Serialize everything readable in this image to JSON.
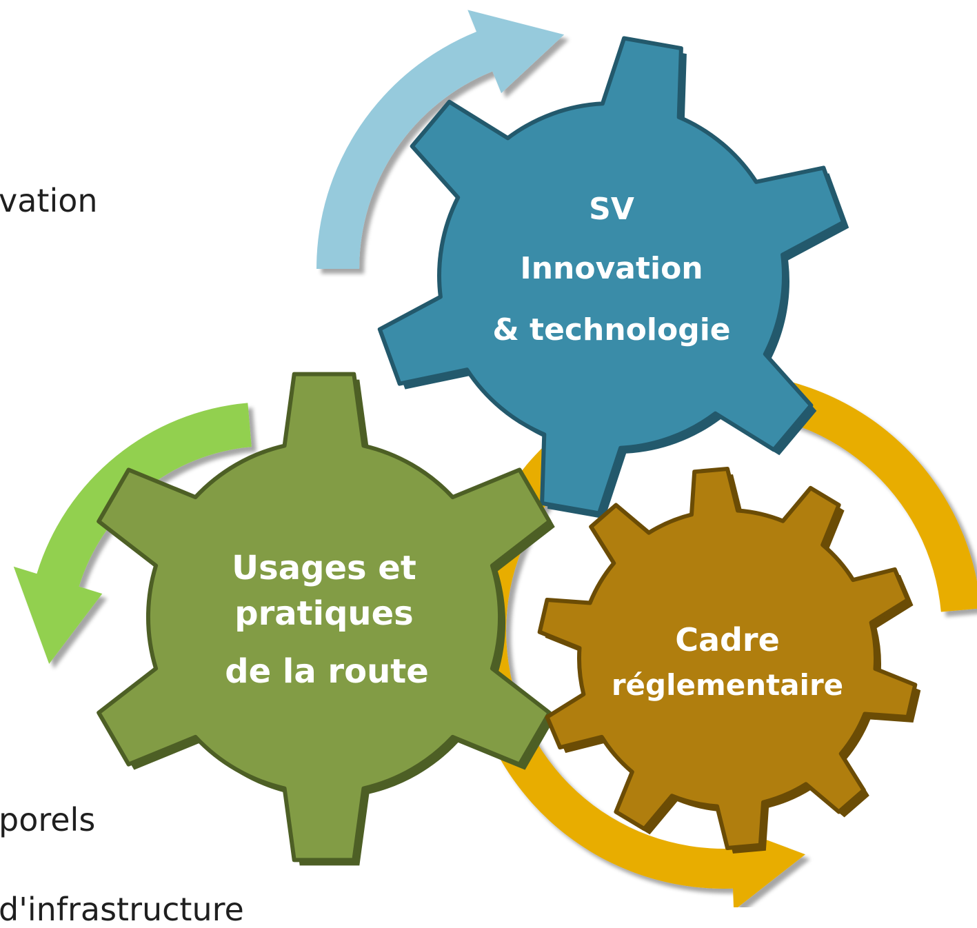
{
  "background_text": {
    "line1": "vation",
    "line2": "porels",
    "line3": "d'infrastructure"
  },
  "gears": {
    "blue": {
      "label_lines": [
        "SV",
        "Innovation",
        "& technologie"
      ],
      "color": "#3a8ca8"
    },
    "green": {
      "label_lines": [
        "Usages et",
        "pratiques",
        "de la route"
      ],
      "color": "#829c45"
    },
    "gold": {
      "label_lines": [
        "Cadre",
        "réglementaire"
      ],
      "color": "#b07e0e"
    }
  },
  "arrows": {
    "blue": "#96cadc",
    "green": "#92d050",
    "gold": "#e8ad00"
  },
  "icons": [
    "cycle-arrow-icon",
    "gear-icon"
  ]
}
